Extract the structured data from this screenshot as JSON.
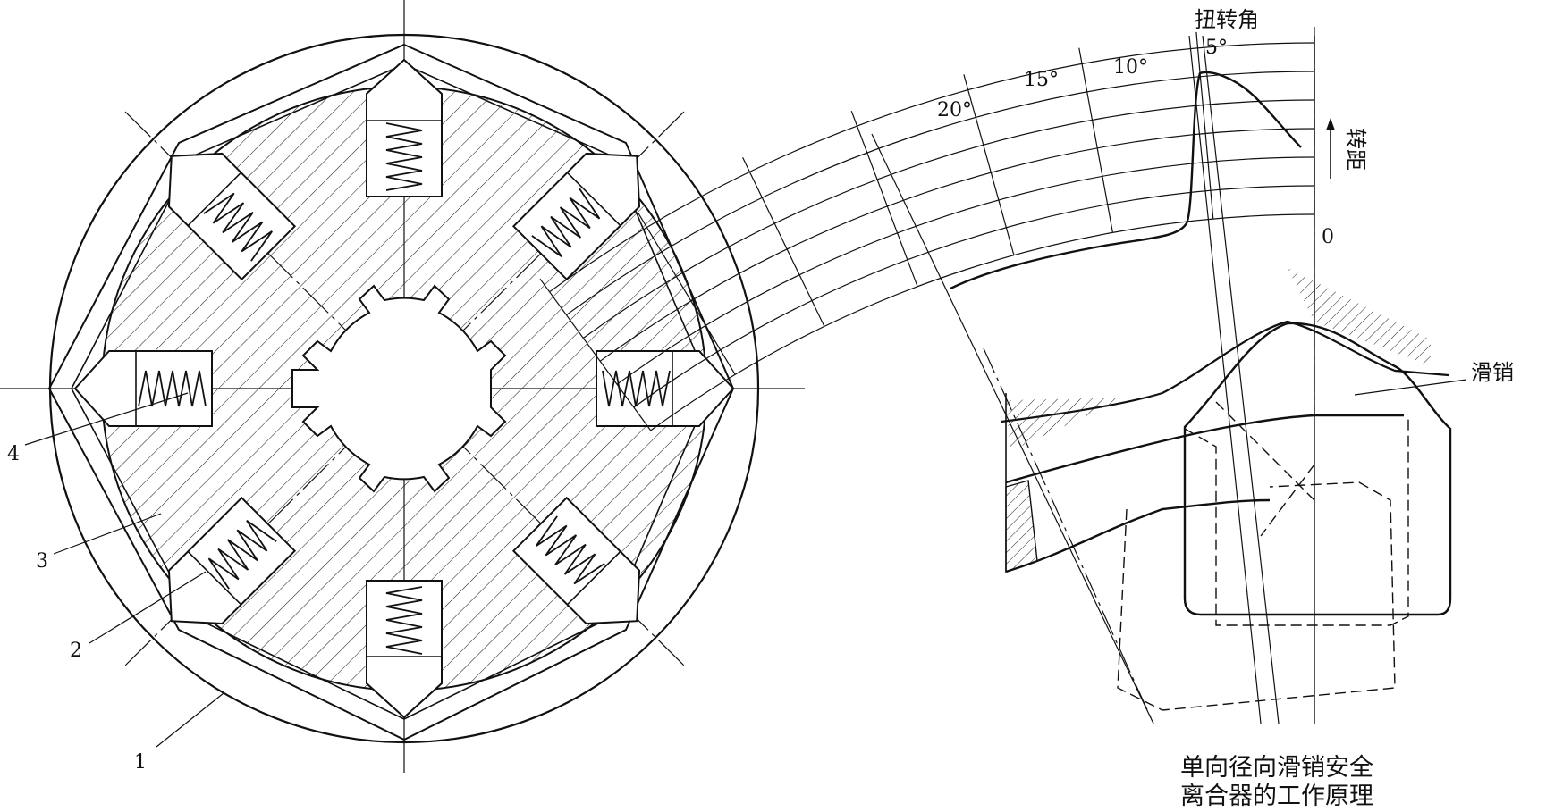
{
  "left_diagram": {
    "callouts": [
      "1",
      "2",
      "3",
      "4"
    ]
  },
  "right_diagram": {
    "angle_axis_label": "扭转角",
    "torque_axis_label": "转距",
    "angle_ticks": [
      "5°",
      "10°",
      "15°",
      "20°"
    ],
    "zero_label": "0",
    "pin_label": "滑销",
    "caption_line1": "单向径向滑销安全",
    "caption_line2": "离合器的工作原理"
  }
}
